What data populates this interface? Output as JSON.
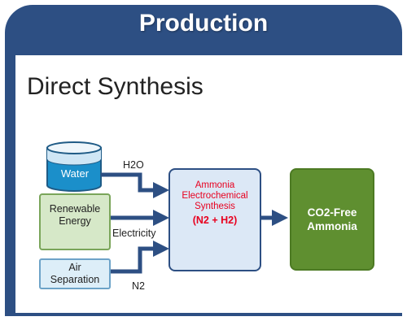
{
  "header": {
    "title": "Production"
  },
  "subtitle": "Direct Synthesis",
  "inputs": {
    "water": "Water",
    "renewable": [
      "Renewable",
      "Energy"
    ],
    "air": [
      "Air",
      "Separation"
    ]
  },
  "flows": {
    "h2o": "H2O",
    "electricity": "Electricity",
    "n2": "N2"
  },
  "synthesis": {
    "line1": "Ammonia",
    "line2": "Electrochemical",
    "line3": "Synthesis",
    "formula": "(N2 + H2)"
  },
  "output": {
    "line1": "CO2-Free",
    "line2": "Ammonia"
  },
  "colors": {
    "frame": "#2d4f83",
    "arrow": "#2d4f83",
    "accent_red": "#e8001f",
    "output_green": "#5f8f30"
  },
  "icons": [
    "water-tank-icon",
    "solar-panel-icon",
    "wind-turbine-icon",
    "electrolyzer-icon"
  ]
}
